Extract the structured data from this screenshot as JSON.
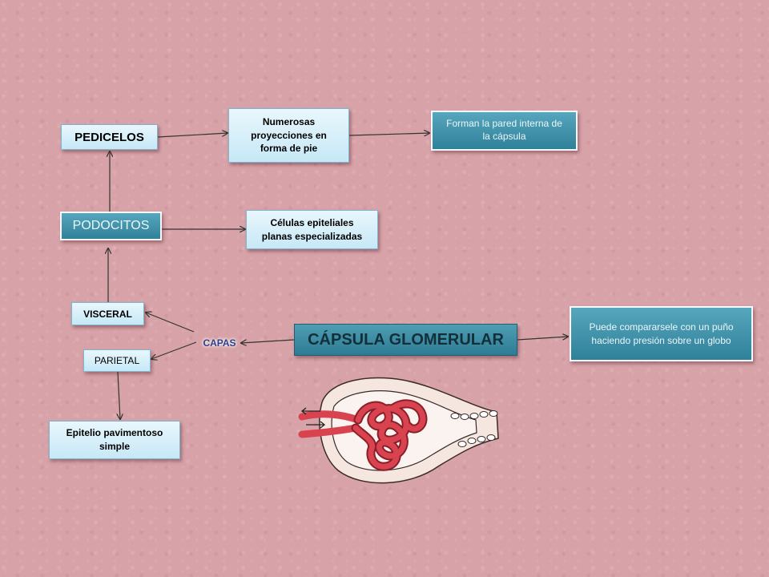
{
  "title": "CÁPSULA GLOMERULAR",
  "nodes": {
    "pedicelos": "PEDICELOS",
    "proyecciones": "Numerosas proyecciones en forma de pie",
    "pared_interna": "Forman la pared interna de la cápsula",
    "podocitos": "PODOCITOS",
    "celulas": "Células epiteliales planas especializadas",
    "visceral": "VISCERAL",
    "parietal": "PARIETAL",
    "capas": "CAPAS",
    "epitelio": "Epitelio pavimentoso simple",
    "comparacion": "Puede compararsele con un puño haciendo presión sobre un globo"
  },
  "colors": {
    "background": "#d8a3a8",
    "light_box": "#d9f0fa",
    "dark_box": "#3f93ab",
    "capillary": "#d9434f"
  }
}
